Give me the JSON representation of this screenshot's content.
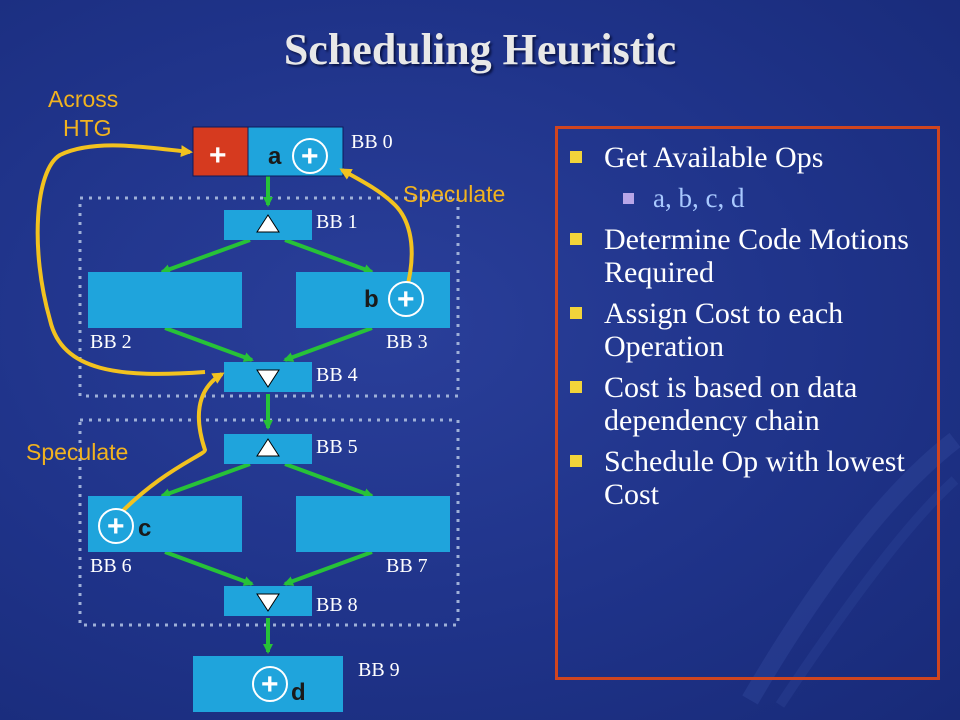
{
  "title": "Scheduling Heuristic",
  "diagram": {
    "notes": {
      "across_htg_1": "Across",
      "across_htg_2": "HTG",
      "speculate_top": "Speculate",
      "speculate_bottom": "Speculate"
    },
    "blocks": {
      "bb0": "BB 0",
      "bb1": "BB 1",
      "bb2": "BB 2",
      "bb3": "BB 3",
      "bb4": "BB 4",
      "bb5": "BB 5",
      "bb6": "BB 6",
      "bb7": "BB 7",
      "bb8": "BB 8",
      "bb9": "BB 9"
    },
    "ops": {
      "a": "a",
      "b": "b",
      "c": "c",
      "d": "d",
      "plus": "+"
    },
    "colors": {
      "block_fill": "#1fa4dc",
      "block_red": "#d63a1f",
      "arrow_green": "#27c238",
      "arrow_yellow": "#f2c21f",
      "dotted_region": "#9fb0d8",
      "op_circle": "#1fa4dc"
    }
  },
  "bullets": {
    "items": [
      {
        "text": "Get Available Ops"
      },
      {
        "text": "Determine Code Motions Required"
      },
      {
        "text": "Assign Cost to each Operation"
      },
      {
        "text": "Cost is based on data dependency chain"
      },
      {
        "text": "Schedule Op with lowest Cost"
      }
    ],
    "sub": "a, b, c, d",
    "box_border": "#d0451f",
    "bullet_color": "#f2d43a"
  }
}
